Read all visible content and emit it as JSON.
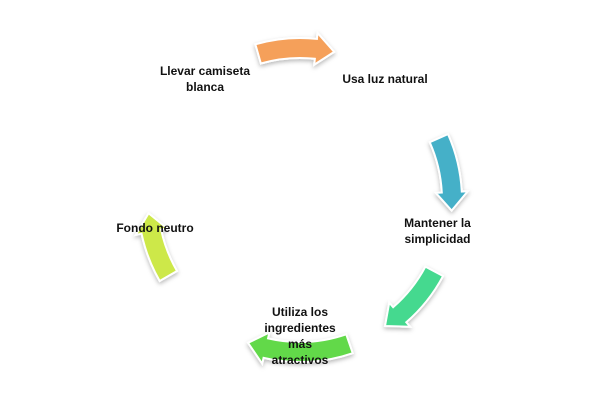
{
  "diagram": {
    "steps": [
      {
        "label": "Llevar camiseta\nblanca"
      },
      {
        "label": "Usa luz natural"
      },
      {
        "label": "Mantener la\nsimplicidad"
      },
      {
        "label": "Utiliza los\ningredientes\nmás\natractivos"
      },
      {
        "label": "Fondo neutro"
      }
    ],
    "arrows": [
      {
        "from": "Llevar camiseta blanca",
        "to": "Usa luz natural",
        "color": "#F5A05A"
      },
      {
        "from": "Usa luz natural",
        "to": "Mantener la simplicidad",
        "color": "#44B0C8"
      },
      {
        "from": "Mantener la simplicidad",
        "to": "Utiliza los ingredientes más atractivos",
        "color": "#45D98F"
      },
      {
        "from": "Utiliza los ingredientes más atractivos",
        "to": "Fondo neutro",
        "color": "#62D94A"
      },
      {
        "from": "Fondo neutro",
        "to": "Llevar camiseta blanca",
        "color": "#CDE84A"
      }
    ]
  }
}
